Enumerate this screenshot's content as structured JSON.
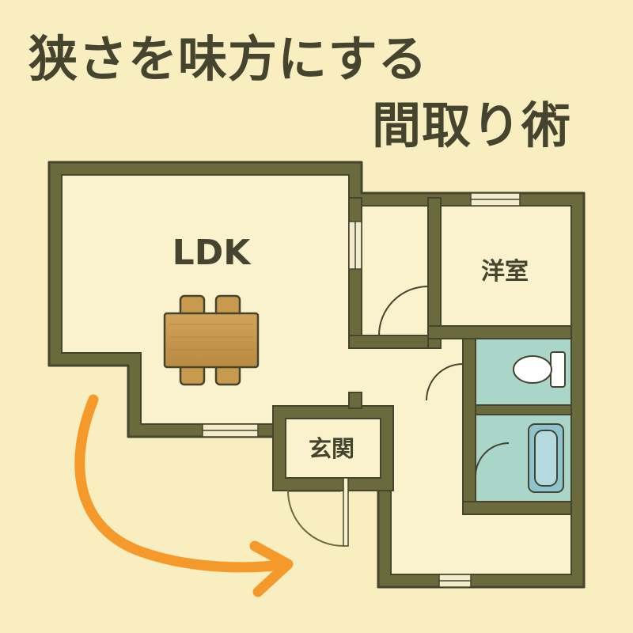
{
  "title": {
    "line1": "狭さを味方にする",
    "line2": "間取り術"
  },
  "rooms": {
    "ldk": "LDK",
    "western_room": "洋室",
    "entrance": "玄関"
  },
  "colors": {
    "background": "#f8eec0",
    "wall": "#6b6a3c",
    "wall_outline": "#45442f",
    "floor": "#faf2cc",
    "water_area": "#a9d6c8",
    "furniture": "#c89a4e",
    "arrow": "#f59a2a"
  }
}
